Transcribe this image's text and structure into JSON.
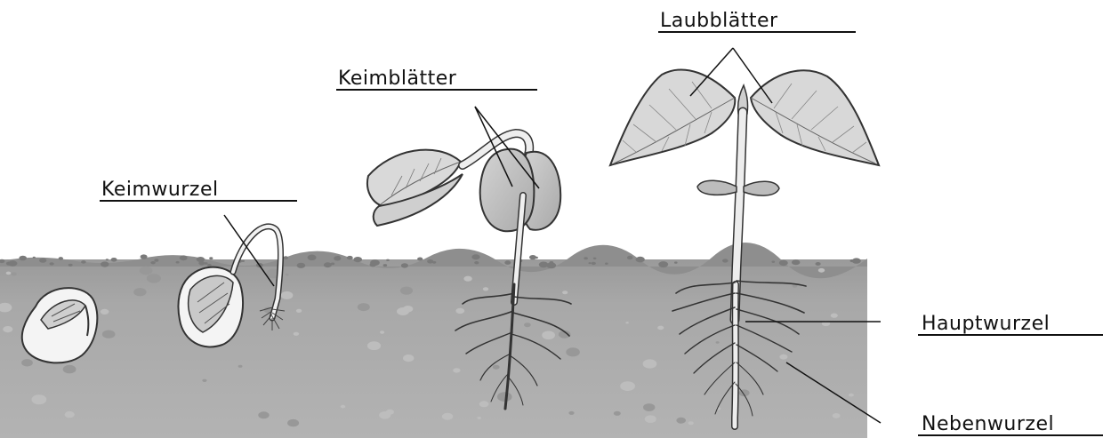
{
  "labels": {
    "laubblaetter": "Laubblätter",
    "keimblaetter": "Keimblätter",
    "keimwurzel": "Keimwurzel",
    "hauptwurzel": "Hauptwurzel",
    "nebenwurzel": "Nebenwurzel"
  },
  "colors": {
    "soil": "#a6a6a6",
    "soil_dark": "#8c8c8c",
    "leaf": "#d6d6d6",
    "seed": "#bdbdbd",
    "stem": "#ececec",
    "outline": "#3a3a3a"
  }
}
